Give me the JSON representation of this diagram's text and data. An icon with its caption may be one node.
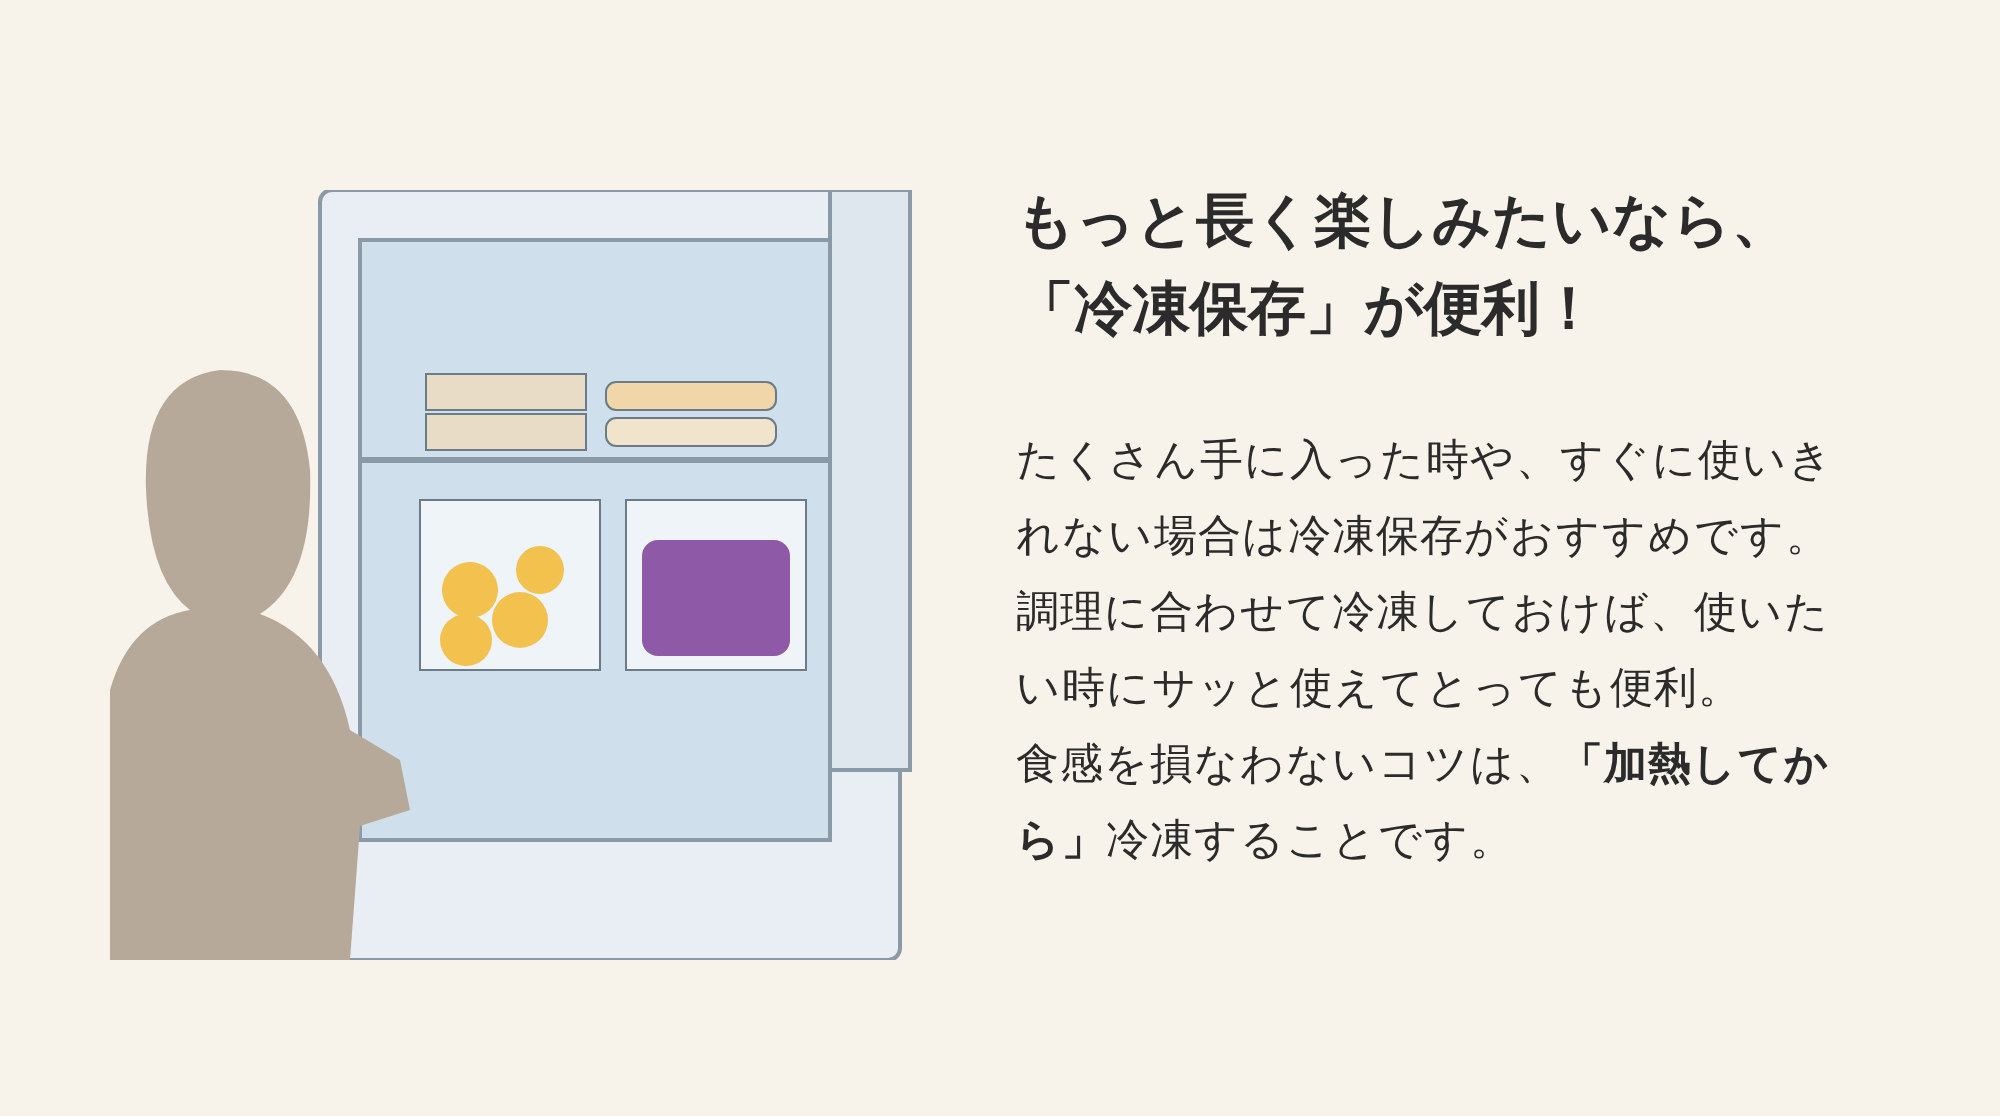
{
  "diagram": {
    "title": "もっと長く楽しみたいなら、「冷凍保存」が便利！",
    "labels": [
      "たくさん手に入った時や、すぐに使いきれない場合は冷凍保存がおすすめです。調理に合わせて冷凍しておけば、使いたい時にサッと使えてとっても便利。",
      "食感を損なわないコツは、**「加熱してから」**冷凍することです。"
    ]
  }
}
